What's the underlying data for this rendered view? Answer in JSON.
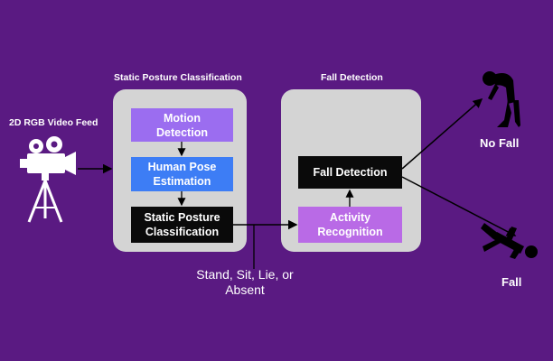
{
  "labels": {
    "video_feed": "2D RGB Video Feed",
    "static_posture_section": "Static Posture Classification",
    "fall_detection_section": "Fall Detection",
    "posture_output": "Stand, Sit, Lie, or\nAbsent",
    "no_fall": "No Fall",
    "fall": "Fall"
  },
  "boxes": {
    "motion_detection": "Motion\nDetection",
    "human_pose_estimation": "Human Pose\nEstimation",
    "static_posture_classification": "Static Posture\nClassification",
    "activity_recognition": "Activity\nRecognition",
    "fall_detection": "Fall Detection"
  },
  "colors": {
    "background": "#5a1a82",
    "panel": "#d4d4d4",
    "motion_detection": "#9b6df0",
    "human_pose_estimation": "#3d7df5",
    "static_posture_classification": "#0a0a0a",
    "activity_recognition": "#b96ae6",
    "fall_detection": "#0a0a0a"
  },
  "icons": [
    "video-camera-on-tripod-icon",
    "standing-hunched-person-icon",
    "falling-person-icon"
  ]
}
